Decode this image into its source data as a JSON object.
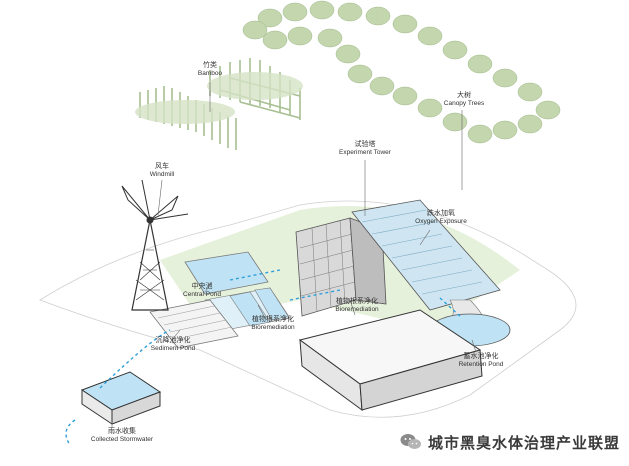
{
  "labels": {
    "bamboo": {
      "cn": "竹类",
      "en": "Bamboo"
    },
    "canopy_trees": {
      "cn": "大树",
      "en": "Canopy Trees"
    },
    "experiment_tower": {
      "cn": "试验塔",
      "en": "Experiment Tower"
    },
    "windmill": {
      "cn": "风车",
      "en": "Windmill"
    },
    "oxygen_exposure": {
      "cn": "跌水加氧",
      "en": "Oxygen Exposure"
    },
    "central_pond": {
      "cn": "中央池",
      "en": "Central Pond"
    },
    "bioremediation_left": {
      "cn": "植物根系净化",
      "en": "Bioremediation"
    },
    "bioremediation_right": {
      "cn": "植物根系净化",
      "en": "Bioremediation"
    },
    "sediment_pond": {
      "cn": "沉降池净化",
      "en": "Sediment Pond"
    },
    "retention_pond": {
      "cn": "蓄水池净化",
      "en": "Retention Pond"
    },
    "collected_stormwater": {
      "cn": "雨水收集",
      "en": "Collected Stormwater"
    }
  },
  "watermark": {
    "text": "城市黑臭水体治理产业联盟",
    "icon": "wechat-icon"
  },
  "colors": {
    "water": "#bfe3f4",
    "water_flow": "#2e9fdc",
    "ground": "#e6f1dc",
    "foliage": "#b7cc9e",
    "leader_line": "#555555",
    "building": "#f2f2f2"
  }
}
